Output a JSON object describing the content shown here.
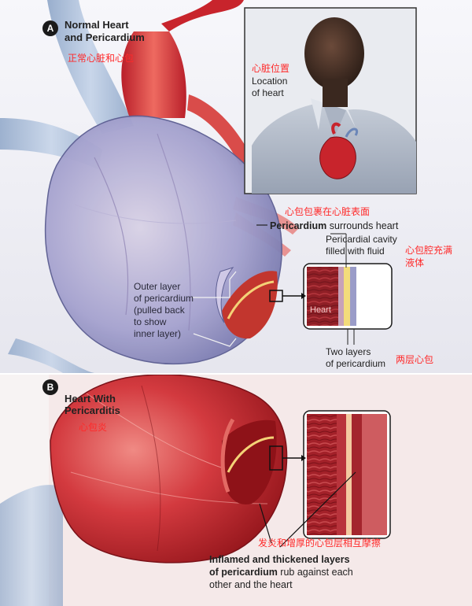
{
  "panel_a": {
    "badge": "A",
    "title_line1": "Normal Heart",
    "title_line2": "and Pericardium",
    "title_cn": "正常心脏和心包",
    "location_cn": "心脏位置",
    "location_line1": "Location",
    "location_line2": "of heart",
    "surrounds_cn": "心包包裹在心脏表面",
    "pericardium_bold": "Pericardium",
    "surrounds_text": " surrounds heart",
    "cavity_line1": "Pericardial cavity",
    "cavity_line2": "filled with fluid",
    "cavity_cn_line1": "心包腔充满",
    "cavity_cn_line2": "液体",
    "outer_line1": "Outer layer",
    "outer_line2": "of pericardium",
    "outer_line3": "(pulled back",
    "outer_line4": "to show",
    "outer_line5": "inner layer)",
    "heart_label": "Heart",
    "two_layers_line1": "Two layers",
    "two_layers_line2": "of pericardium",
    "two_layers_cn": "两层心包"
  },
  "panel_b": {
    "badge": "B",
    "title_line1": "Heart With",
    "title_line2": "Pericarditis",
    "title_cn": "心包炎",
    "inflamed_cn": "发炎和增厚的心包层相互摩擦",
    "inflamed_bold1": "Inflamed and thickened layers",
    "inflamed_bold2": "of pericardium",
    "inflamed_rest2": " rub against each",
    "inflamed_line3": "other and the heart"
  },
  "colors": {
    "red_annotation": "#ff2a2a",
    "heart_red": "#c8242c",
    "pericardium_lilac": "#9a9cc8",
    "fluid_yellow": "#f3dc7a"
  }
}
